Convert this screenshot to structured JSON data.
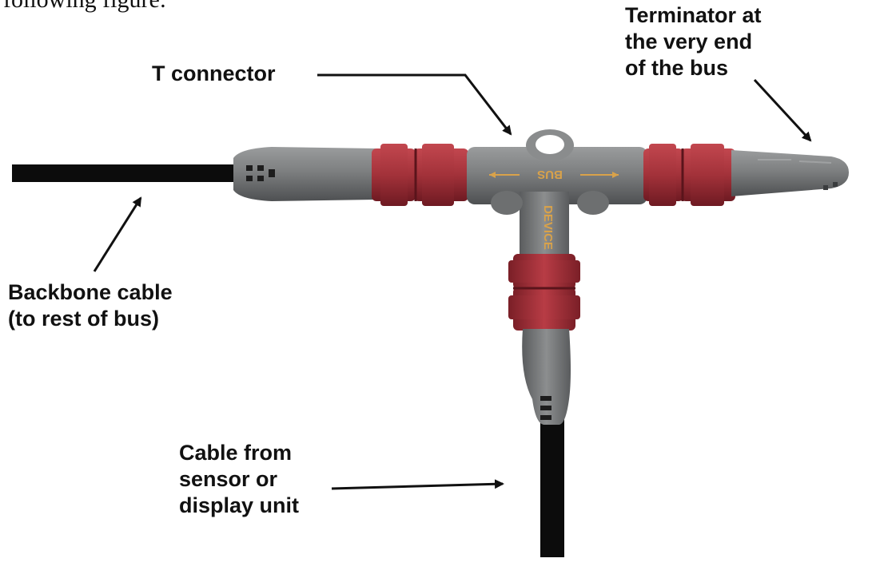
{
  "caption": "following figure:",
  "labels": {
    "t_connector": "T connector",
    "terminator": [
      "Terminator at",
      "the very end",
      "of the bus"
    ],
    "backbone": [
      "Backbone cable",
      "(to rest of bus)"
    ],
    "drop_cable": [
      "Cable from",
      "sensor or",
      "display unit"
    ]
  },
  "connector_markings": {
    "bus": "BUS",
    "device": "DEVICE"
  },
  "colors": {
    "body_gray": "#7d7f80",
    "body_dark": "#5d5f61",
    "coupling_red": "#a3323a",
    "coupling_dark": "#7a1f27",
    "cable": "#0c0c0c",
    "marking": "#d9a24a"
  }
}
